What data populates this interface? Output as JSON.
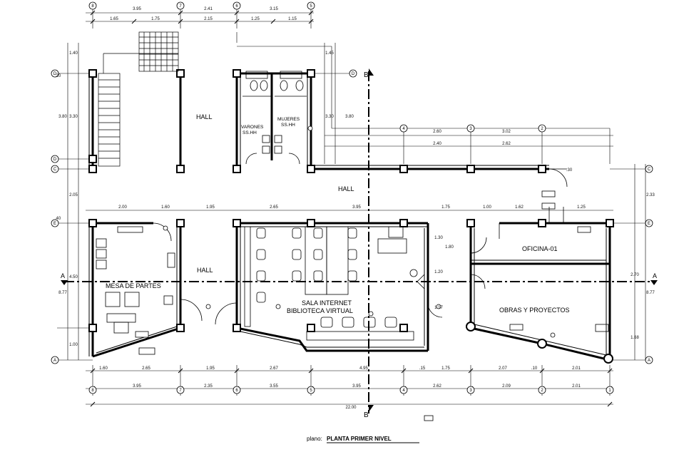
{
  "drawing": {
    "title_prefix": "plano:",
    "title": "PLANTA PRIMER NIVEL",
    "section_mark": "B",
    "section_mark_left": "A"
  },
  "rooms": {
    "hall_top": "HALL",
    "varones": "VARONES",
    "varones_sub": "SS.HH",
    "mujeres": "MUJERES",
    "mujeres_sub": "SS.HH",
    "hall_center": "HALL",
    "hall_left": "HALL",
    "mesa_partes": "MESA DE PARTES",
    "sala_internet_1": "SALA INTERNET",
    "sala_internet_2": "BIBLIOTECA VIRTUAL",
    "oficina": "OFICINA-01",
    "obras": "OBRAS Y PROYECTOS"
  },
  "dims": {
    "top1": [
      "3.95",
      "2.41",
      "3.15"
    ],
    "top2": [
      "1.65",
      "1.75",
      "2.15",
      "1.25",
      "1.15"
    ],
    "right_top": [
      "2.60",
      "3.02"
    ],
    "right_mid": [
      "2.40",
      "2.62"
    ],
    "row5": [
      "2.00",
      "1.60",
      "1.95",
      "2.65",
      "3.95",
      "1.75",
      "1.00",
      "1.62",
      "1.25"
    ],
    "bottom1": [
      "1.60",
      "2.65",
      "1.95",
      "2.67",
      "4.95",
      "1.75",
      "2.07",
      "2.01"
    ],
    "bottom2": [
      "3.95",
      "2.35",
      "3.55",
      "3.95",
      "2.62",
      "2.09",
      "2.01"
    ],
    "total": "22.00",
    "left": [
      "1.40",
      "3.80",
      "3.30",
      "2.05",
      "4.50",
      "1.00",
      "8.77"
    ],
    "right": [
      "1.45",
      "3.30",
      "3.80",
      "2.33",
      "2.70",
      "8.77",
      "1.68"
    ],
    "interior": [
      "1.30",
      "1.80",
      "1.20",
      "1.17",
      ".40",
      ".20",
      ".10",
      ".15",
      ".30"
    ]
  },
  "axis_letters": [
    "A",
    "B",
    "C",
    "D",
    "E"
  ],
  "axis_numbers": [
    "1",
    "2",
    "3",
    "4",
    "5",
    "6",
    "7",
    "8"
  ]
}
